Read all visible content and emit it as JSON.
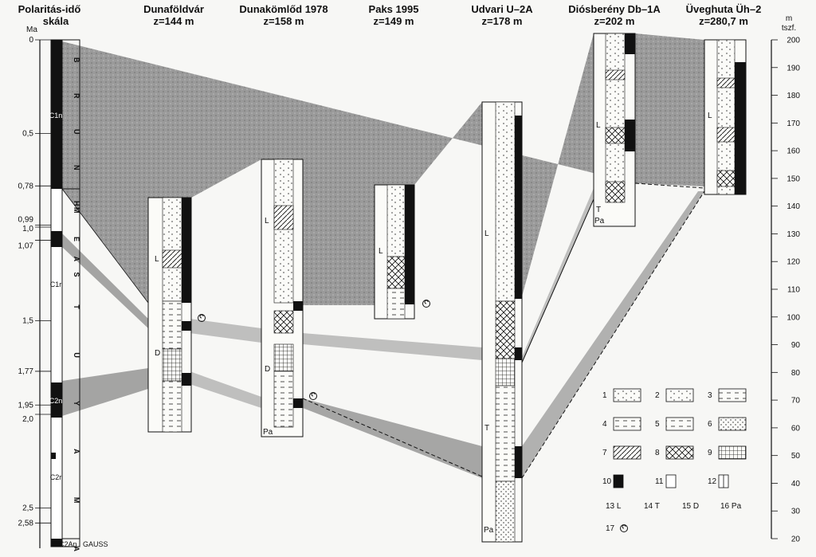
{
  "header": {
    "polarity_title1": "Polaritás-idő",
    "polarity_title2": "skála",
    "ma_label": "Ma",
    "height_unit1": "m",
    "height_unit2": "tszf."
  },
  "age_ticks": [
    "0",
    "0,5",
    "0,78",
    "0,99",
    "1,0",
    "1,07",
    "1,5",
    "1,77",
    "1,95",
    "2,0",
    "2,5",
    "2,58"
  ],
  "chron_labels": [
    "C1n",
    "C1r",
    "C2n",
    "C2r",
    "C2An"
  ],
  "epoch_labels": {
    "brunhes": "B R U N H E S",
    "matuyama": "M A T U Y A M A",
    "gauss": "GAUSS"
  },
  "height_ticks": [
    "20",
    "30",
    "40",
    "50",
    "60",
    "70",
    "80",
    "90",
    "100",
    "110",
    "120",
    "130",
    "140",
    "150",
    "160",
    "170",
    "180",
    "190",
    "200"
  ],
  "columns": [
    {
      "name": "Dunaföldvár",
      "elev": "z=144 m",
      "lith": [
        "L",
        "D"
      ]
    },
    {
      "name": "Dunakömlőd 1978",
      "elev": "z=158 m",
      "lith": [
        "L",
        "D",
        "Pa"
      ]
    },
    {
      "name": "Paks 1995",
      "elev": "z=149 m",
      "lith": [
        "L"
      ]
    },
    {
      "name": "Udvari U–2A",
      "elev": "z=178 m",
      "lith": [
        "L",
        "T",
        "Pa"
      ]
    },
    {
      "name": "Diósberény Db–1A",
      "elev": "z=202 m",
      "lith": [
        "L",
        "T",
        "Pa"
      ]
    },
    {
      "name": "Üveghuta Üh–2",
      "elev": "z=280,7 m",
      "lith": [
        "L"
      ]
    }
  ],
  "legend": {
    "numbers": [
      "1",
      "2",
      "3",
      "4",
      "5",
      "6",
      "7",
      "8",
      "9",
      "10",
      "11",
      "12"
    ],
    "letters": [
      "13 L",
      "14 T",
      "15 D",
      "16 Pa"
    ],
    "item17": "17"
  }
}
